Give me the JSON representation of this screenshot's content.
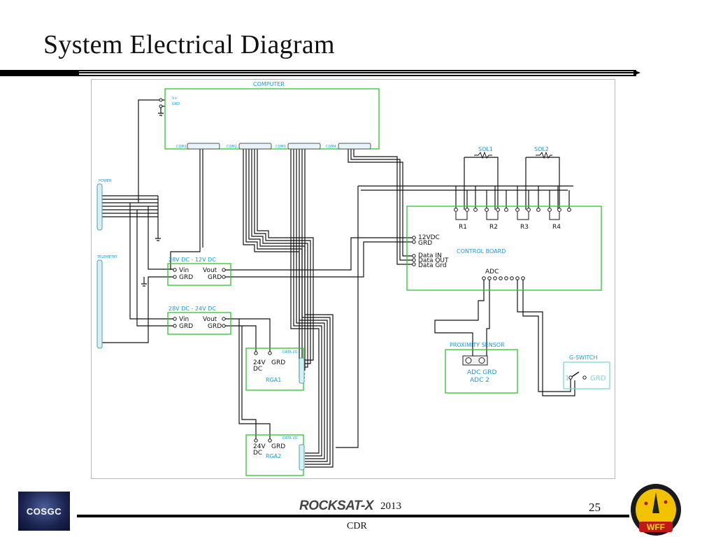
{
  "slide": {
    "title": "System Electrical Diagram",
    "year": "2013",
    "page_number": "25",
    "footer_label": "CDR",
    "rocksat_logo": "ROCKSAT-X",
    "cosgc_logo": "COSGC",
    "wff_logo": "WFF"
  },
  "colors": {
    "component_box": "#2ec42e",
    "label_text": "#1a9ad6",
    "wire": "#111111",
    "gswitch_box": "#7fd6d6"
  },
  "diagram": {
    "computer": {
      "label": "COMPUTER",
      "vplus": "V+",
      "grd": "GRD",
      "ports": [
        "COM1",
        "COM2",
        "COM3",
        "COM4"
      ]
    },
    "power": {
      "label": "POWER"
    },
    "telemetry": {
      "label": "TELEMETRY"
    },
    "converter_12": {
      "title": "28V DC - 12V DC",
      "vin": "Vin",
      "vout": "Vout",
      "grd_left": "GRD",
      "grd_right": "GRD"
    },
    "converter_24": {
      "title": "28V DC - 24V DC",
      "vin": "Vin",
      "vout": "Vout",
      "grd_left": "GRD",
      "grd_right": "GRD"
    },
    "rga1": {
      "label": "RGA1",
      "v24": "24V",
      "dc": "DC",
      "grd": "GRD",
      "data_io": "DATA I/O"
    },
    "rga2": {
      "label": "RGA2",
      "v24": "24V",
      "dc": "DC",
      "grd": "GRD",
      "data_io": "DATA I/O"
    },
    "solenoids": [
      "SOL1",
      "SOL2"
    ],
    "relays": [
      "R1",
      "R2",
      "R3",
      "R4"
    ],
    "control_board": {
      "label": "CONTROL BOARD",
      "v12dc": "12VDC",
      "grd": "GRD",
      "data_in": "Data IN",
      "data_out": "Data OUT",
      "data_grd": "Data Grd",
      "adc": "ADC"
    },
    "proximity_sensor": {
      "label": "PROXIMITY SENSOR",
      "line1": "ADC GRD",
      "line2": "ADC 2"
    },
    "g_switch": {
      "label": "G-SWITCH",
      "grd": "GRD",
      "pin": "1"
    }
  }
}
